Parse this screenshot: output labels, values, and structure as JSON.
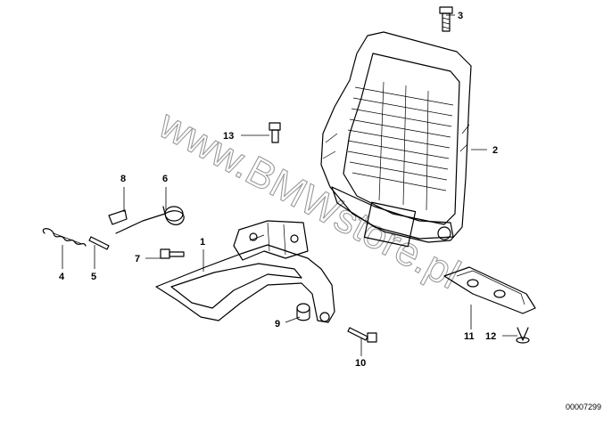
{
  "diagram": {
    "watermark": "www.BMWstore.pl",
    "code": "00007299",
    "callouts": [
      {
        "id": "1",
        "text": "1"
      },
      {
        "id": "2",
        "text": "2"
      },
      {
        "id": "3",
        "text": "3"
      },
      {
        "id": "4",
        "text": "4"
      },
      {
        "id": "5",
        "text": "5"
      },
      {
        "id": "6",
        "text": "6"
      },
      {
        "id": "7",
        "text": "7"
      },
      {
        "id": "8",
        "text": "8"
      },
      {
        "id": "9",
        "text": "9"
      },
      {
        "id": "10",
        "text": "10"
      },
      {
        "id": "11",
        "text": "11"
      },
      {
        "id": "12",
        "text": "12"
      },
      {
        "id": "13",
        "text": "13"
      }
    ]
  }
}
